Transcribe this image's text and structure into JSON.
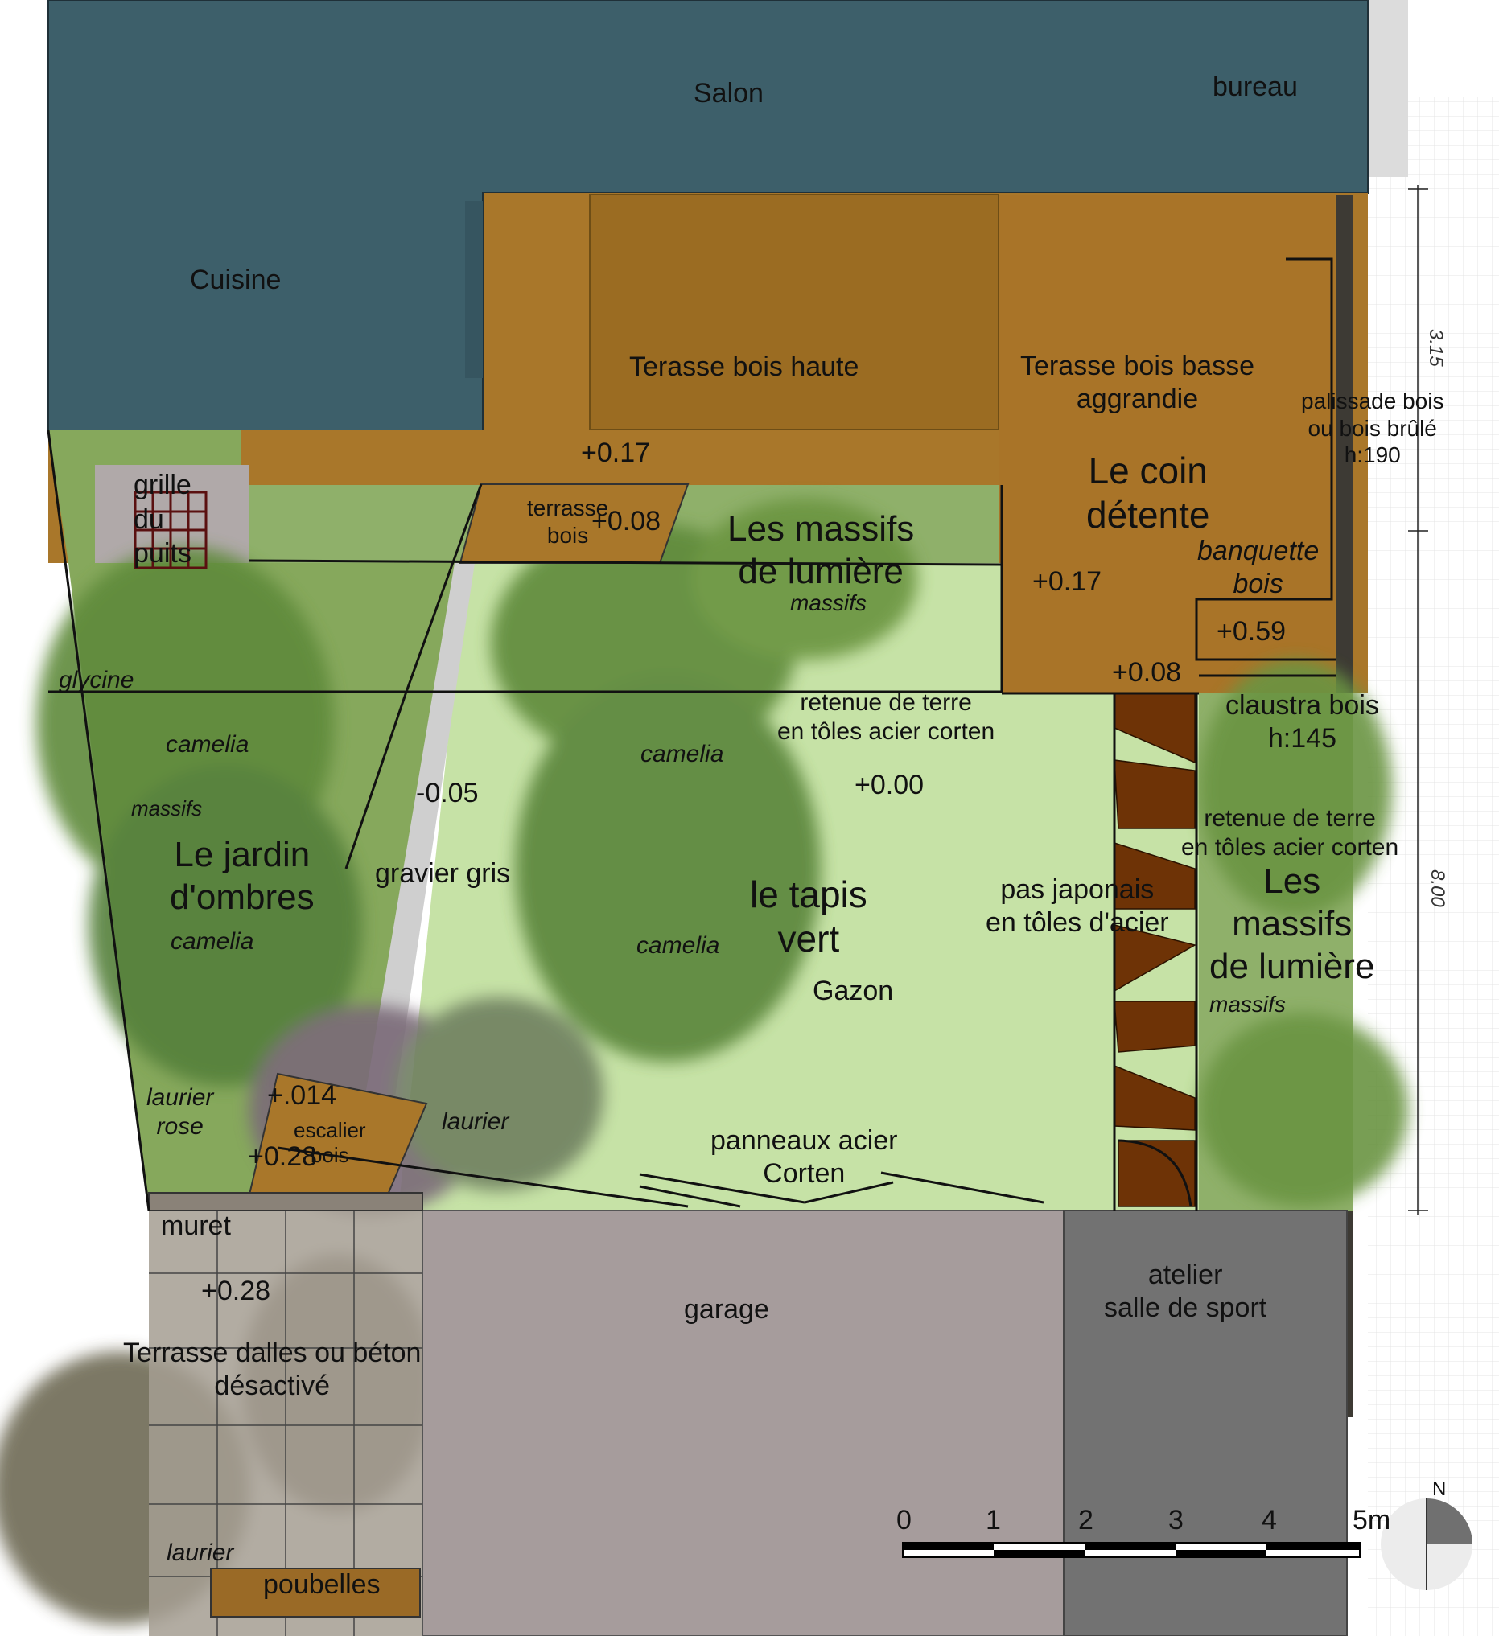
{
  "rooms": {
    "salon": "Salon",
    "bureau": "bureau",
    "cuisine": "Cuisine",
    "garage": "garage",
    "atelier": "atelier\nsalle de sport"
  },
  "terraces": {
    "haute": "Terasse bois haute",
    "basse": "Terasse bois basse\naggrandie",
    "coin": "Le coin\ndétente",
    "banquette": "banquette\nbois",
    "petite": "terrasse\nbois",
    "dalles": "Terrasse dalles ou béton\ndésactivé",
    "escalier": "escalier\nbois"
  },
  "levels": {
    "l1": "+0.17",
    "l2": "+0.08",
    "l3": "+0.17",
    "l4": "+0.59",
    "l5": "+0.08",
    "l6": "+0.00",
    "l7": "-0.05",
    "l8": "+.014",
    "l9": "+0.28",
    "l10": "+0.28"
  },
  "garden": {
    "massifs_top": "Les massifs\nde lumière",
    "massifs_top_sub": "massifs",
    "massifs_right": "Les\nmassifs\nde lumière",
    "massifs_right_sub": "massifs",
    "ombres": "Le jardin\nd'ombres",
    "tapis": "le tapis\nvert",
    "gazon": "Gazon",
    "gravier": "gravier gris",
    "grille": "grille\ndu\npuits",
    "retenue1": "retenue de terre\nen tôles acier corten",
    "retenue2": "retenue de terre\nen tôles acier corten",
    "pas": "pas japonais\nen tôles d'acier",
    "panneaux": "panneaux acier\nCorten",
    "claustra": "claustra bois\nh:145",
    "palissade": "palissade bois\nou bois brûlé\nh:190",
    "muret": "muret",
    "poubelles": "poubelles"
  },
  "plants": {
    "glycine": "glycine",
    "camelia1": "camelia",
    "camelia2": "camelia",
    "camelia3": "camelia",
    "camelia4": "camelia",
    "massifs_left": "massifs",
    "laurier_rose": "laurier\nrose",
    "laurier1": "laurier",
    "laurier2": "laurier"
  },
  "scale": {
    "ticks": [
      "0",
      "1",
      "2",
      "3",
      "4",
      "5m"
    ],
    "north": "N"
  },
  "dimensions": {
    "d1": "3.15",
    "d2": "8.00"
  },
  "colors": {
    "house": "#3d5f6a",
    "deck": "#a9772a",
    "deck_high": "#9b6c22",
    "lawn": "#c6e2a6",
    "gravel": "#cfcfcf",
    "garage": "#a69c9c",
    "atelier": "#727272",
    "corten": "#6e3306",
    "tree": "#5f8a3a",
    "paving": "#a59d92"
  }
}
